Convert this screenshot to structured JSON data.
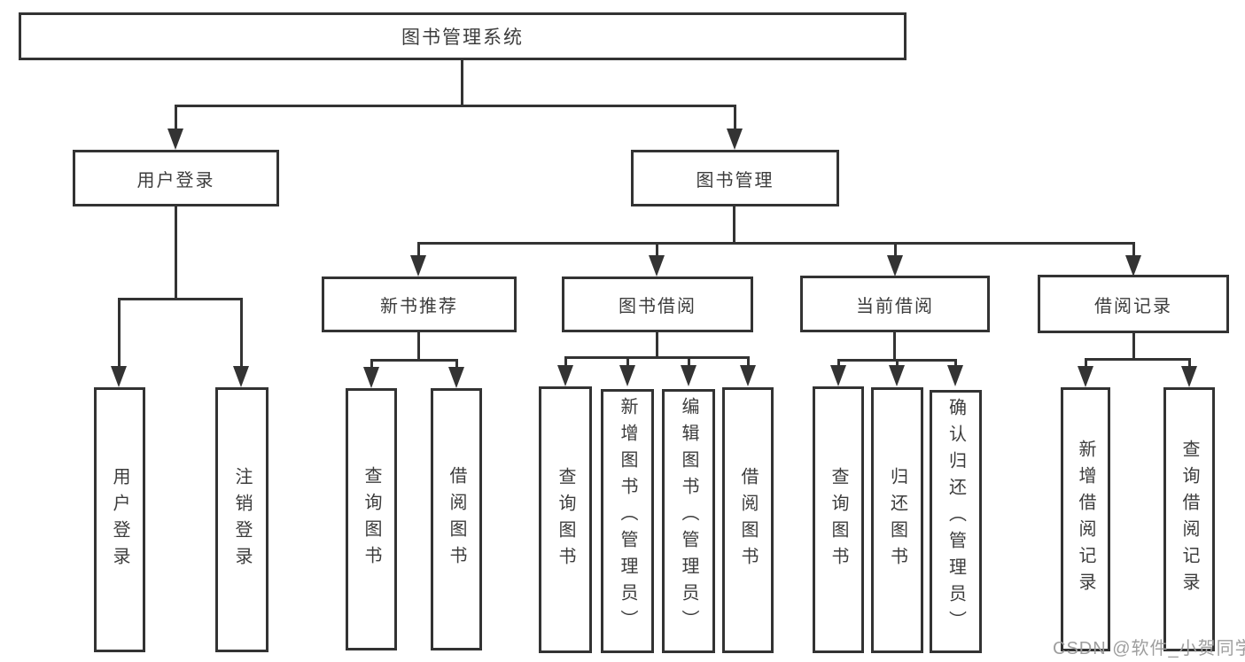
{
  "diagram": {
    "title": "图书管理系统",
    "branches": [
      {
        "label": "用户登录",
        "children": [
          {
            "label": "用户登录"
          },
          {
            "label": "注销登录"
          }
        ]
      },
      {
        "label": "图书管理",
        "children": [
          {
            "label": "新书推荐",
            "children": [
              {
                "label": "查询图书"
              },
              {
                "label": "借阅图书"
              }
            ]
          },
          {
            "label": "图书借阅",
            "children": [
              {
                "label": "查询图书"
              },
              {
                "label": "新增图书（管理员）"
              },
              {
                "label": "编辑图书（管理员）"
              },
              {
                "label": "借阅图书"
              }
            ]
          },
          {
            "label": "当前借阅",
            "children": [
              {
                "label": "查询图书"
              },
              {
                "label": "归还图书"
              },
              {
                "label": "确认归还（管理员）"
              }
            ]
          },
          {
            "label": "借阅记录",
            "children": [
              {
                "label": "新增借阅记录"
              },
              {
                "label": "查询借阅记录"
              }
            ]
          }
        ]
      }
    ]
  },
  "watermark": {
    "text": "CSDN @软件_小贺同学"
  },
  "colors": {
    "line": "#333333",
    "text": "#3c3c3c",
    "watermark": "#9e9e9e",
    "background": "#ffffff"
  }
}
